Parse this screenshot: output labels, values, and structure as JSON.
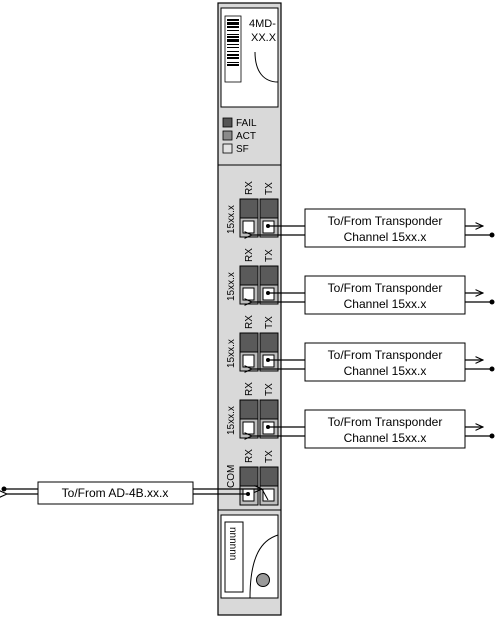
{
  "module": {
    "name_line1": "4MD-",
    "name_line2": "XX.X",
    "bottom_label": "nnnnnn"
  },
  "leds": [
    {
      "label": "FAIL",
      "color": "#555555"
    },
    {
      "label": "ACT",
      "color": "#8a8a8a"
    },
    {
      "label": "SF",
      "color": "#e2e2e2"
    }
  ],
  "ports": {
    "rx_label": "RX",
    "tx_label": "TX",
    "channels": [
      {
        "label": "15xx.x",
        "box_line1": "To/From Transponder",
        "box_line2": "Channel 15xx.x"
      },
      {
        "label": "15xx.x",
        "box_line1": "To/From Transponder",
        "box_line2": "Channel 15xx.x"
      },
      {
        "label": "15xx.x",
        "box_line1": "To/From Transponder",
        "box_line2": "Channel 15xx.x"
      },
      {
        "label": "15xx.x",
        "box_line1": "To/From Transponder",
        "box_line2": "Channel 15xx.x"
      }
    ],
    "common": {
      "label": "COM",
      "box_text": "To/From AD-4B.xx.x"
    }
  },
  "colors": {
    "card_fill": "#d9d9d9",
    "port_top": "#5a5a5a",
    "port_bottom": "#bdbdbd"
  }
}
